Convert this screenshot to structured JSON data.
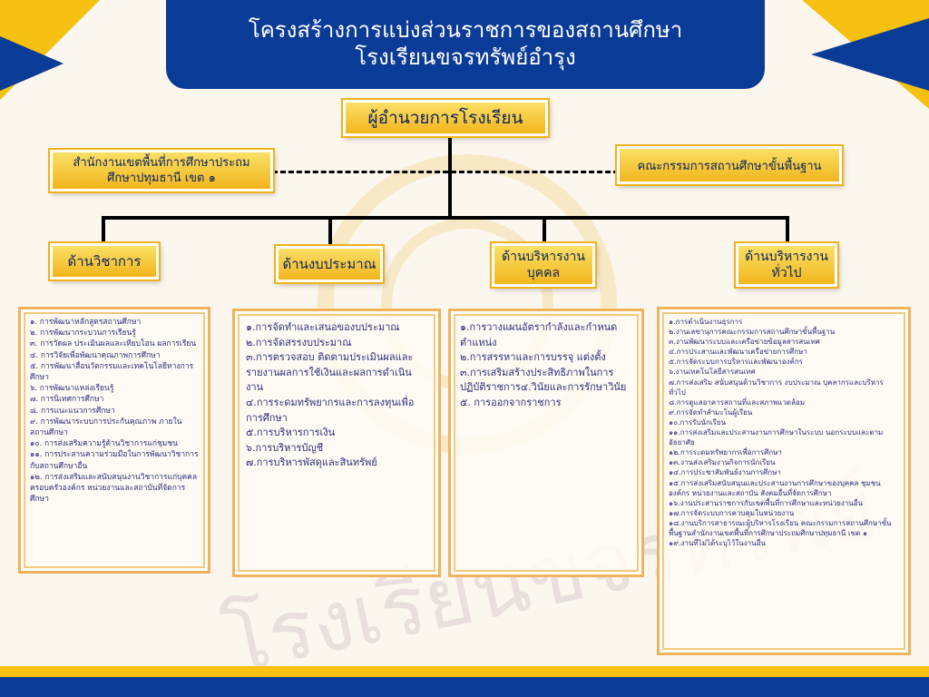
{
  "title": {
    "line1": "โครงสร้างการแบ่งส่วนราชการของสถานศึกษา",
    "line2": "โรงเรียนขจรทรัพย์อำรุง"
  },
  "director": "ผู้อำนวยการโรงเรียน",
  "left_office": {
    "line1": "สำนักงานเขตพื้นที่การศึกษาประถม",
    "line2": "ศึกษาปทุมธานี เขต ๑"
  },
  "right_board": "คณะกรรมการสถานศึกษาขั้นพื้นฐาน",
  "watermark": "โรงเรียนขจรทรัพย์",
  "departments": [
    {
      "label": "ด้านวิชาการ",
      "items": [
        "๑. การพัฒนาหลักสูตรสถานศึกษา",
        "๒. การพัฒนากระบวนการเรียนรู้",
        "๓. การวัดผล ประเมินผลและเทียบโอน ผลการเรียน",
        "๔. การวิจัยเพื่อพัฒนาคุณภาพการศึกษา",
        "๕. การพัฒนาสื่อนวัตกรรมและเทคโนโลยีทางการศึกษา",
        "๖. การพัฒนาแหล่งเรียนรู้",
        "๗. การนิเทศการศึกษา",
        "๘. การแนะแนวการศึกษา",
        "๙. การพัฒนาระบบการประกันคุณภาพ ภายในสถานศึกษา",
        "๑๐. การส่งเสริมความรู้ด้านวิชาการแก่ชุมชน",
        "๑๑. การประสานความร่วมมือในการพัฒนาวิชาการกับสถานศึกษาอื่น",
        "๑๒. การส่งเสริมและสนับสนุนงานวิชาการแก่บุคคล ครอบครัวองค์กร หน่วยงานและสถาบันที่จัดการศึกษา"
      ]
    },
    {
      "label": "ด้านงบประมาณ",
      "items": [
        "๑.การจัดทำและเสนอของบประมาณ",
        "๒.การจัดสรรงบประมาณ",
        "๓.การตรวจสอบ ติดตามประเมินผลและรายงานผลการใช้เงินและผลการดำเนินงาน",
        "๔.การระดมทรัพยากรและการลงทุนเพื่อการศึกษา",
        "๕.การบริหารการเงิน",
        "๖.การบริหารบัญชี",
        "๗.การบริหารพัสดุและสินทรัพย์"
      ]
    },
    {
      "label1": "ด้านบริหารงาน",
      "label2": "บุคคล",
      "items": [
        "๑.การวางแผนอัตรากำลังและกำหนดตำแหน่ง",
        "๒.การสรรหาและการบรรจุ แต่งตั้ง",
        "๓.การเสริมสร้างประสิทธิภาพในการปฏิบัติราชการ๔.วินัยและการรักษาวินัย",
        "๕. การออกจากราชการ"
      ]
    },
    {
      "label1": "ด้านบริหารงาน",
      "label2": "ทั่วไป",
      "items": [
        "๑.การดำเนินงานธุรการ",
        "๒.งานเลขานุการคณะกรรมการสถานศึกษาขั้นพื้นฐาน",
        "๓.งานพัฒนาระบบและเครือข่ายข้อมูลสารสนเทศ",
        "๔.การประสานและพัฒนาเครือข่ายการศึกษา",
        "๕.การจัดระบบการบริหารและพัฒนาองค์กร",
        "๖.งานเทคโนโลยีสารสนเทศ",
        "๗.การส่งเสริม สนับสนุนด้านวิชาการ งบประมาณ บุคลากรและบริหารทั่วไป",
        "๘.การดูแลอาคารสถานที่และสภาพแวดล้อม",
        "๙.การจัดทำสำมะโนผู้เรียน",
        "๑๐.การรับนักเรียน",
        "๑๑.การส่งเสริมและประสานงานการศึกษาในระบบ นอกระบบและตามอัธยาศัย",
        "๑๒.การระดมทรัพยากรเพื่อการศึกษา",
        "๑๓.งานส่งเสริมงานกิจการนักเรียน",
        "๑๔.การประชาสัมพันธ์งานการศึกษา",
        "๑๕.การส่งเสริมสนับสนุนและประสานงานการศึกษาของบุคคล ชุมชน องค์กร หน่วยงานและสถาบัน สังคมอื่นที่จัดการศึกษา",
        "๑๖.งานประสานราชการกับเขตพื้นที่การศึกษาและหน่วยงานอื่น",
        "๑๗.การจัดระบบการควบคุมในหน่วยงาน",
        "๑๘.งานบริการสาธารณะผู้บริหารโรงเรียน คณะกรรมการสถานศึกษาขั้นพื้นฐานสำนักงานเขตพื้นที่การศึกษาประถมศึกษาปทุมธานี เขต ๑",
        "๑๙.งานที่ไม่ได้ระบุไว้ในงานอื่น"
      ]
    }
  ]
}
